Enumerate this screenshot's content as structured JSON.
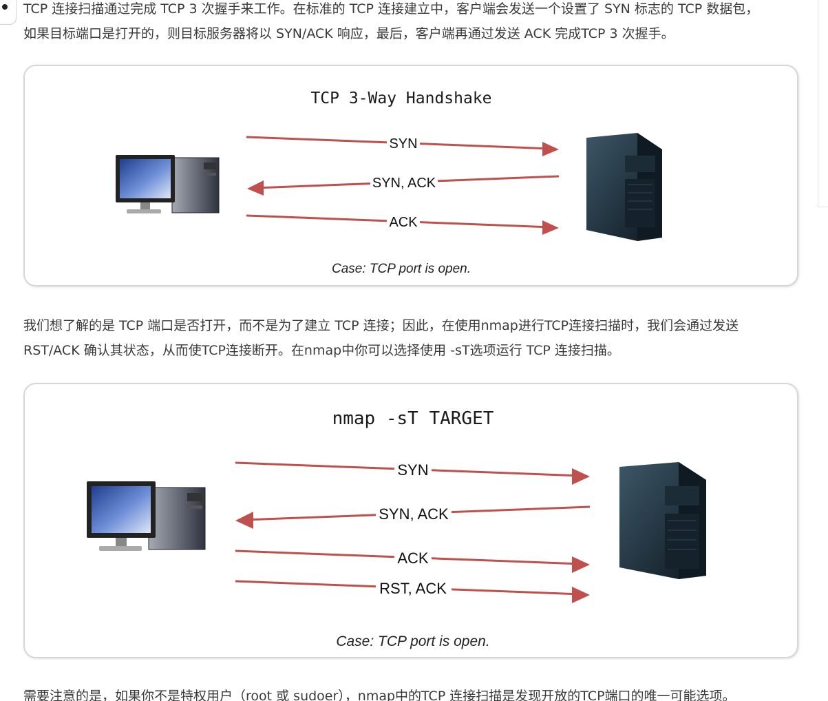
{
  "paragraphs": {
    "p1": {
      "line1": "TCP 连接扫描通过完成 TCP 3 次握手来工作。在标准的 TCP 连接建立中，客户端会发送一个设置了 SYN 标志的 TCP 数据包，",
      "line2": "如果目标端口是打开的，则目标服务器将以 SYN/ACK 响应，最后，客户端再通过发送 ACK 完成TCP 3 次握手。"
    },
    "p2": {
      "line1": "我们想了解的是 TCP 端口是否打开，而不是为了建立 TCP 连接；因此，在使用nmap进行TCP连接扫描时，我们会通过发送",
      "line2": "RST/ACK 确认其状态，从而使TCP连接断开。在nmap中你可以选择使用 -sT选项运行 TCP 连接扫描。"
    },
    "p3": {
      "line1": "需要注意的是，如果你不是特权用户（root 或 sudoer），nmap中的TCP 连接扫描是发现开放的TCP端口的唯一可能选项。"
    }
  },
  "figure1": {
    "title": "TCP 3-Way Handshake",
    "arrows": [
      "SYN",
      "SYN, ACK",
      "ACK"
    ],
    "caption": "Case: TCP port is open."
  },
  "figure2": {
    "title": "nmap -sT TARGET",
    "arrows": [
      "SYN",
      "SYN, ACK",
      "ACK",
      "RST, ACK"
    ],
    "caption": "Case: TCP port is open."
  },
  "icons": {
    "client": "desktop-computer-icon",
    "server": "server-tower-icon"
  },
  "colors": {
    "arrow": "#c0504d",
    "text": "#3a3a3a"
  }
}
